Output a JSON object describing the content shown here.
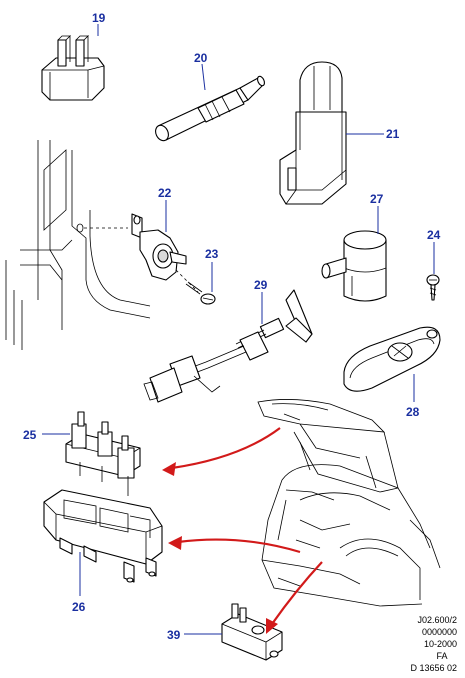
{
  "callouts": {
    "p19": "19",
    "p20": "20",
    "p21": "21",
    "p22": "22",
    "p23": "23",
    "p24": "24",
    "p25": "25",
    "p26": "26",
    "p27": "27",
    "p28": "28",
    "p29": "29",
    "p39": "39"
  },
  "reference_block": {
    "line1": "J02.600/2",
    "line2": "0000000",
    "line3": "10-2000",
    "line4": "FA",
    "line5": "D 13656 02"
  },
  "colors": {
    "callout_text": "#1a2fa0",
    "arrow": "#d21a1a",
    "line_art": "#000000"
  }
}
